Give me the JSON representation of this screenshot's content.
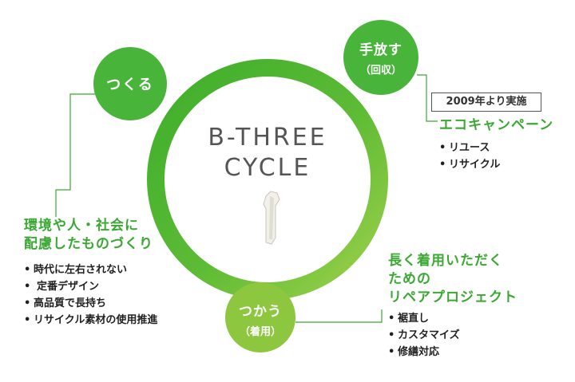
{
  "diagram": {
    "title_line1": "B-THREE",
    "title_line2": "CYCLE",
    "nodes": {
      "make": {
        "label": "つくる"
      },
      "release": {
        "label": "手放す",
        "sub": "（回収）"
      },
      "use": {
        "label": "つかう",
        "sub": "（着用）"
      }
    },
    "colors": {
      "ring_dark": "#3dae2b",
      "ring_light": "#8dc63f",
      "node": "#49b43a",
      "accent_text": "#3aa832"
    }
  },
  "left_block": {
    "heading_line1": "環境や人・社会に",
    "heading_line2": "配慮したものづくり",
    "items": [
      "時代に左右されない",
      "定番デザイン",
      "高品質で長持ち",
      "リサイクル素材の使用推進"
    ]
  },
  "right_top_block": {
    "tag": "2009年より実施",
    "heading": "エコキャンペーン",
    "items": [
      "リユース",
      "リサイクル"
    ]
  },
  "right_bottom_block": {
    "heading_line1": "長く着用いただく",
    "heading_line2": "ための",
    "heading_line3": "リペアプロジェクト",
    "items": [
      "裾直し",
      "カスタマイズ",
      "修繕対応"
    ]
  }
}
